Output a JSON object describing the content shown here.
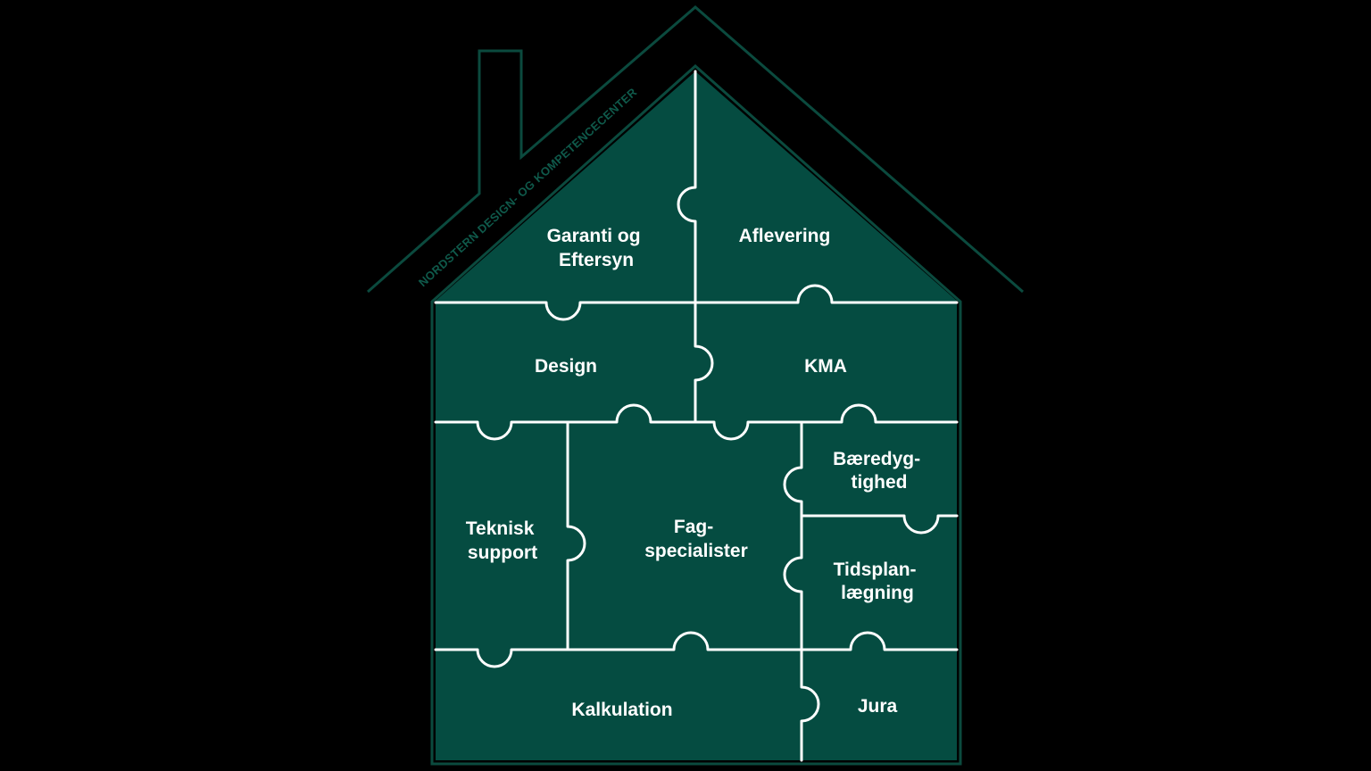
{
  "colors": {
    "background": "#000000",
    "house_fill": "#054c41",
    "outline": "#0b4a3e",
    "seam": "#ffffff",
    "label": "#ffffff",
    "roof_text": "#0f5a4b"
  },
  "roof_text": "NORDSTERN DESIGN- OG KOMPETENCECENTER",
  "pieces": {
    "garanti": [
      "Garanti og",
      "Eftersyn"
    ],
    "aflevering": [
      "Aflevering"
    ],
    "design": [
      "Design"
    ],
    "kma": [
      "KMA"
    ],
    "baeredygtighed": [
      "Bæredyg-",
      "tighed"
    ],
    "teknisk": [
      "Teknisk",
      "support"
    ],
    "fagspecialister": [
      "Fag-",
      "specialister"
    ],
    "tidsplanlaegning": [
      "Tidsplan-",
      "lægning"
    ],
    "kalkulation": [
      "Kalkulation"
    ],
    "jura": [
      "Jura"
    ]
  }
}
